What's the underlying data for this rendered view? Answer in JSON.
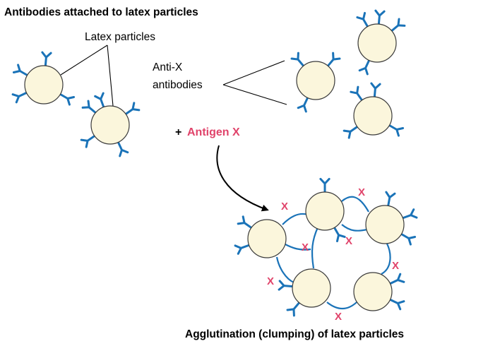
{
  "titles": {
    "top": "Antibodies attached to latex particles",
    "bottom": "Agglutination (clumping) of latex particles"
  },
  "labels": {
    "latex_particles": "Latex particles",
    "anti_x_line1": "Anti-X",
    "anti_x_line2": "antibodies",
    "antigen_plus": "+",
    "antigen_name": "Antigen X",
    "antigen_mark": "X"
  },
  "colors": {
    "antibody": "#1a73b8",
    "antigen": "#e0436a",
    "particle_fill": "#fbf6dc",
    "particle_stroke": "#3a3a3a"
  }
}
